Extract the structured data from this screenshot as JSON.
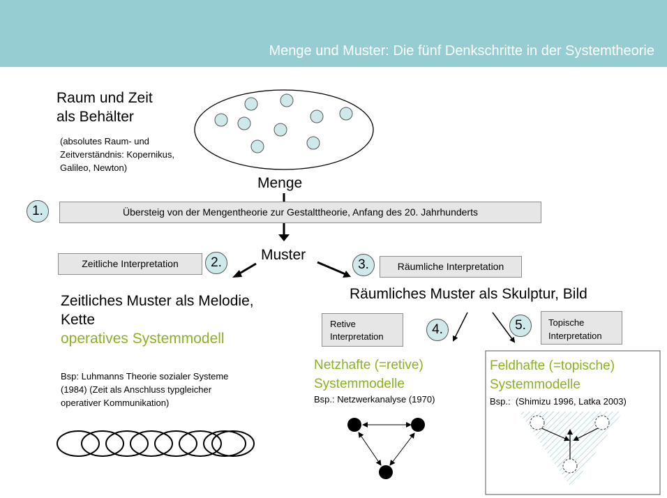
{
  "title": "Menge und Muster: Die fünf Denkschritte in der Systemtheorie",
  "raum": {
    "line1": "Raum und Zeit",
    "line2": "als Behälter",
    "note1": "(absolutes Raum- und",
    "note2": "Zeitverständnis: Kopernikus,",
    "note3": "Galileo, Newton)"
  },
  "menge": "Menge",
  "step1": {
    "num": "1.",
    "text": "Übersteig von der Mengentheorie zur Gestalttheorie, Anfang des 20. Jahrhunderts"
  },
  "muster": "Muster",
  "step2": {
    "num": "2.",
    "box": "Zeitliche Interpretation"
  },
  "step3": {
    "num": "3.",
    "box": "Räumliche Interpretation"
  },
  "zeitlich": {
    "line1": "Zeitliches Muster als Melodie,",
    "line2": "Kette",
    "green": "operatives Systemmodell",
    "bsp1": "Bsp: Luhmanns Theorie sozialer Systeme",
    "bsp2": "(1984) (Zeit als Anschluss typgleicher",
    "bsp3": "operativer Kommunikation)"
  },
  "raeumlich": "Räumliches Muster als Skulptur, Bild",
  "step4": {
    "num": "4.",
    "box1": "Retive",
    "box2": "Interpretation"
  },
  "step5": {
    "num": "5.",
    "box1": "Topische",
    "box2": "Interpretation"
  },
  "netz": {
    "green1": "Netzhafte (=retive)",
    "green2": "Systemmodelle",
    "bsp": "Bsp.: Netzwerkanalyse (1970)"
  },
  "feld": {
    "green1": "Feldhafte (=topische)",
    "green2": "Systemmodelle",
    "bsp": "Bsp.:  (Shimizu 1996, Latka 2003)"
  },
  "colors": {
    "header": "#96cdd2",
    "green": "#8ab21f",
    "dot": "#cfe8ea",
    "box": "#e6e6e6"
  }
}
